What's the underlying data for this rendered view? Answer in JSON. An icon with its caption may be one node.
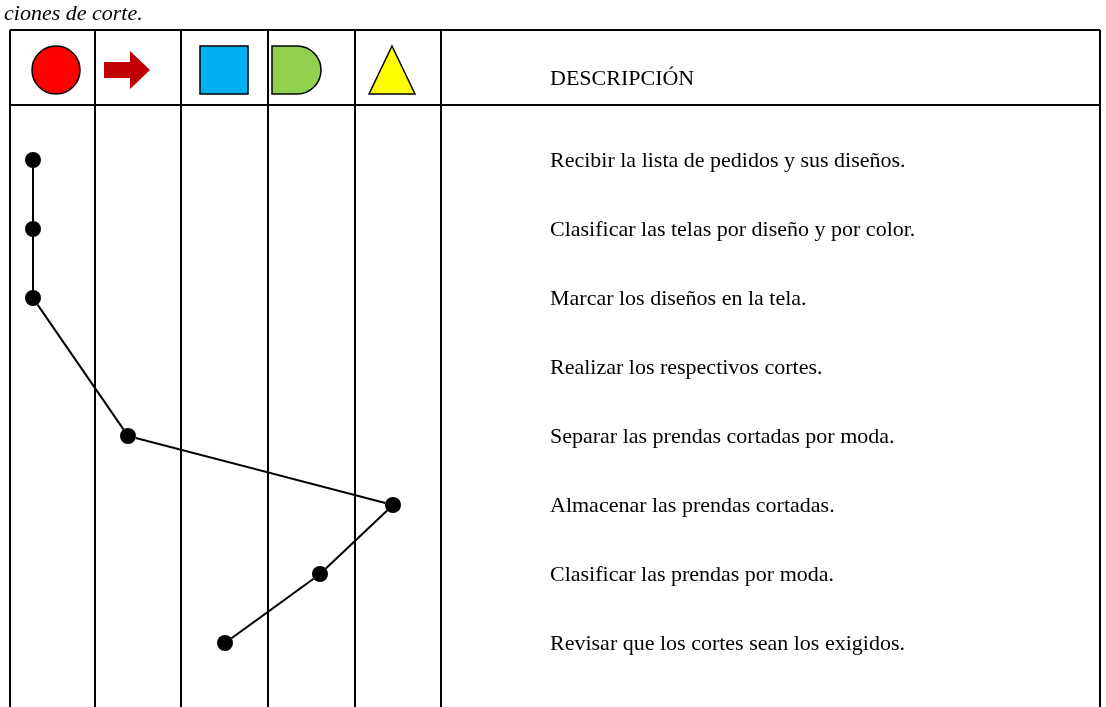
{
  "diagram": {
    "title": "ciones de corte.",
    "nodes": [
      {
        "text": [],
        "shape": "circle"
      },
      {
        "text": [],
        "shape": "circle"
      },
      {
        "text": [],
        "shape": "circle"
      },
      {
        "text": [],
        "shape": "circle"
      },
      {
        "text": [],
        "shape": "circle"
      },
      {
        "text": [],
        "shape": "circle"
      },
      {
        "text": [],
        "shape": "circle"
      }
    ],
    "edges": [
      {
        "from": 0,
        "to": 1,
        "arrow": "none"
      },
      {
        "from": 1,
        "to": 2,
        "arrow": "none"
      },
      {
        "from": 2,
        "to": 3,
        "arrow": "none"
      },
      {
        "from": 3,
        "to": 4,
        "arrow": "none"
      },
      {
        "from": 4,
        "to": 5,
        "arrow": "none"
      },
      {
        "from": 5,
        "to": 6,
        "arrow": "none"
      }
    ],
    "labels": [
      "DESCRIPCIÓN",
      "Recibir la lista de pedidos y sus diseños.",
      "Clasificar las telas por diseño y por color.",
      "Marcar los diseños en la tela.",
      "Realizar los respectivos cortes.",
      "Separar las prendas cortadas por moda.",
      "Almacenar las prendas cortadas.",
      "Clasificar las prendas por moda.",
      "Revisar que los cortes sean los exigidos."
    ]
  }
}
